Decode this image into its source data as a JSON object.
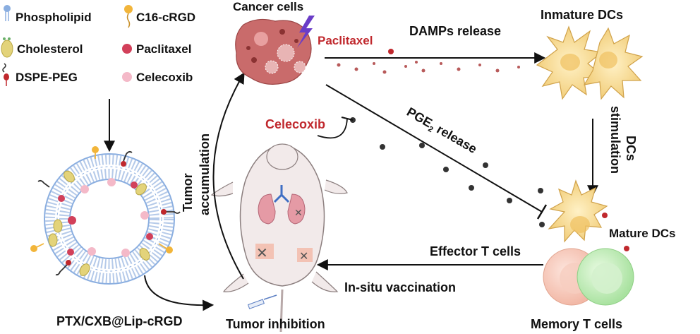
{
  "legend": {
    "phospholipid": "Phospholipid",
    "c16_crgd": "C16-cRGD",
    "cholesterol": "Cholesterol",
    "paclitaxel": "Paclitaxel",
    "dspe_peg": "DSPE-PEG",
    "celecoxib": "Celecoxib"
  },
  "labels": {
    "cancer_cells": "Cancer cells",
    "paclitaxel_tag": "Paclitaxel",
    "damps_release": "DAMPs release",
    "immature_dcs": "Inmature DCs",
    "dcs_stimulation_1": "DCs",
    "dcs_stimulation_2": "stimulation",
    "pge2_main": "PGE",
    "pge2_sub": "2",
    "pge2_tail": " release",
    "celecoxib_tag": "Celecoxib",
    "tumor_accum_1": "Tumor",
    "tumor_accum_2": "accumulation",
    "mature_dcs": "Mature DCs",
    "effector_t": "Effector T cells",
    "in_situ": "In-situ vaccination",
    "liposome": "PTX/CXB@Lip-cRGD",
    "tumor_inhibition": "Tumor inhibition",
    "memory_t": "Memory T cells"
  },
  "colors": {
    "red": "#c0282d",
    "phospholipid": "#8aaee0",
    "cholesterol": "#e3d37a",
    "paclitaxel": "#d2405a",
    "celecoxib": "#f4b9c8",
    "dc": "#f5d98a",
    "tumor": "#c96b6b"
  }
}
